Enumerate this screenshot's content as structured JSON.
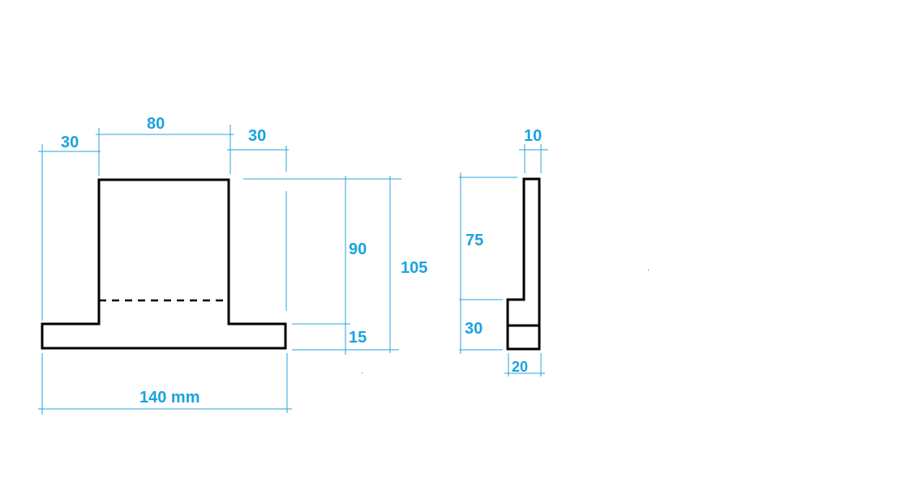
{
  "colors": {
    "outline": "#000000",
    "dimension": "#1aa3dd",
    "background": "#ffffff"
  },
  "front_view": {
    "dims": {
      "left_flange_width": "30",
      "web_width": "80",
      "right_flange_width": "30",
      "web_height": "90",
      "flange_height": "15",
      "total_height": "105",
      "total_width": "140 mm"
    }
  },
  "side_view": {
    "dims": {
      "top_thickness": "10",
      "upper_height": "75",
      "lower_height": "30",
      "base_depth": "20"
    }
  }
}
